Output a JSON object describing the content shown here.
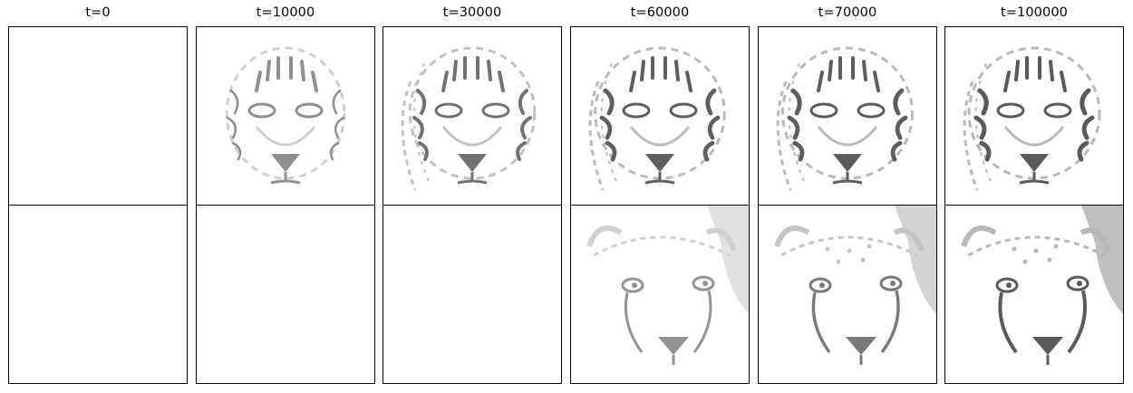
{
  "columns": [
    {
      "title": "t=0",
      "tiger_progress": 0.0,
      "cheetah_progress": 0.0
    },
    {
      "title": "t=10000",
      "tiger_progress": 0.5,
      "cheetah_progress": 0.0
    },
    {
      "title": "t=30000",
      "tiger_progress": 0.78,
      "cheetah_progress": 0.0
    },
    {
      "title": "t=60000",
      "tiger_progress": 0.95,
      "cheetah_progress": 0.5
    },
    {
      "title": "t=70000",
      "tiger_progress": 0.97,
      "cheetah_progress": 0.72
    },
    {
      "title": "t=100000",
      "tiger_progress": 1.0,
      "cheetah_progress": 1.0
    }
  ],
  "rows": [
    {
      "subject": "tiger-face"
    },
    {
      "subject": "cheetah-face"
    }
  ],
  "colors": {
    "ink": "#5a5a5a",
    "ink_light": "#b8b8b8",
    "border": "#000000"
  }
}
